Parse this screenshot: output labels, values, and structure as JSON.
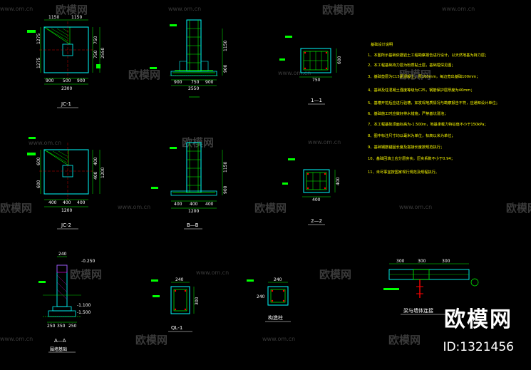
{
  "watermark": {
    "text": "欧模网",
    "url": "www.om.cn"
  },
  "brand": {
    "name": "欧模网",
    "id": "ID:1321456"
  },
  "titles": {
    "jc1": "JC-1",
    "jc2": "JC-2",
    "sec11": "1—1",
    "sec22": "2—2",
    "secbb": "B—B",
    "ql": "QL-1",
    "gzz": "构造柱",
    "wall_base": "围墙基础",
    "beam_wall": "梁与墙体连接",
    "ai_a": "A—A"
  },
  "dims": {
    "jc1_top": "1150",
    "jc1_top2": "1150",
    "jc1_bot": [
      "900",
      "500",
      "900"
    ],
    "jc1_total": "2300",
    "jc1_left": [
      "1275",
      "1275"
    ],
    "jc1_right": [
      "750",
      "750"
    ],
    "jc1_right_total": "2550",
    "jc1_sec_bot": [
      "900",
      "750",
      "900"
    ],
    "jc1_sec_total": "2550",
    "jc1_sec_h": [
      "1150",
      "900"
    ],
    "s11_w": "750",
    "s11_h": "600",
    "jc2_bot": [
      "400",
      "400",
      "400"
    ],
    "jc2_total": "1200",
    "jc2_left": [
      "600",
      "600"
    ],
    "jc2_right": [
      "400",
      "400"
    ],
    "jc2_right_total": "1200",
    "jc2_sec_bot": [
      "400",
      "400",
      "400"
    ],
    "jc2_sec_total": "1200",
    "jc2_sec_h": [
      "1150",
      "900"
    ],
    "s22_w": "400",
    "s22_h": "400",
    "wall_top": "240",
    "wall_elev1": "-0.250",
    "wall_elev2": "-1.100",
    "wall_elev3": "-1.500",
    "wall_bot": [
      "250",
      "350",
      "250"
    ],
    "ql_w": "240",
    "ql_h": "300",
    "gzz_w": "240",
    "gzz_h": "240",
    "beam_dims": [
      "300",
      "300",
      "300"
    ]
  },
  "notes": {
    "heading": "基础设计说明",
    "lines": [
      "1、本图所示基础依据岩土工程勘察报告进行设计，以天然地基为持力层；",
      "2、本工程基础持力层为粉质黏土层，基础埋深见图；",
      "3、基础垫层为C15素混凝土，厚100mm，每边宽出基础100mm；",
      "4、基础及柱混凝土强度等级为C25，钢筋保护层厚度为40mm；",
      "5、基槽开挖后应进行验槽，如发现地质情况与勘察报告不符，应通知设计单位；",
      "6、基础施工时应做好排水措施，严禁基坑浸泡；",
      "7、本工程基础顶面标高为-1.500m，地基承载力特征值不小于150kPa；",
      "8、图中标注尺寸均以毫米为单位，标高以米为单位；",
      "9、基础钢筋锚固长度及搭接长度按规范执行；",
      "10、基础回填土应分层夯实，压实系数不小于0.94；",
      "11、未尽事宜按国家现行规范及规程执行。"
    ]
  },
  "colors": {
    "concrete": "#00ffff",
    "rebar": "#00ff00",
    "dimline": "#00ff00",
    "text": "#ffffff",
    "note": "#ffff00",
    "hatch": "#ff00ff",
    "steel": "#ff0000"
  }
}
